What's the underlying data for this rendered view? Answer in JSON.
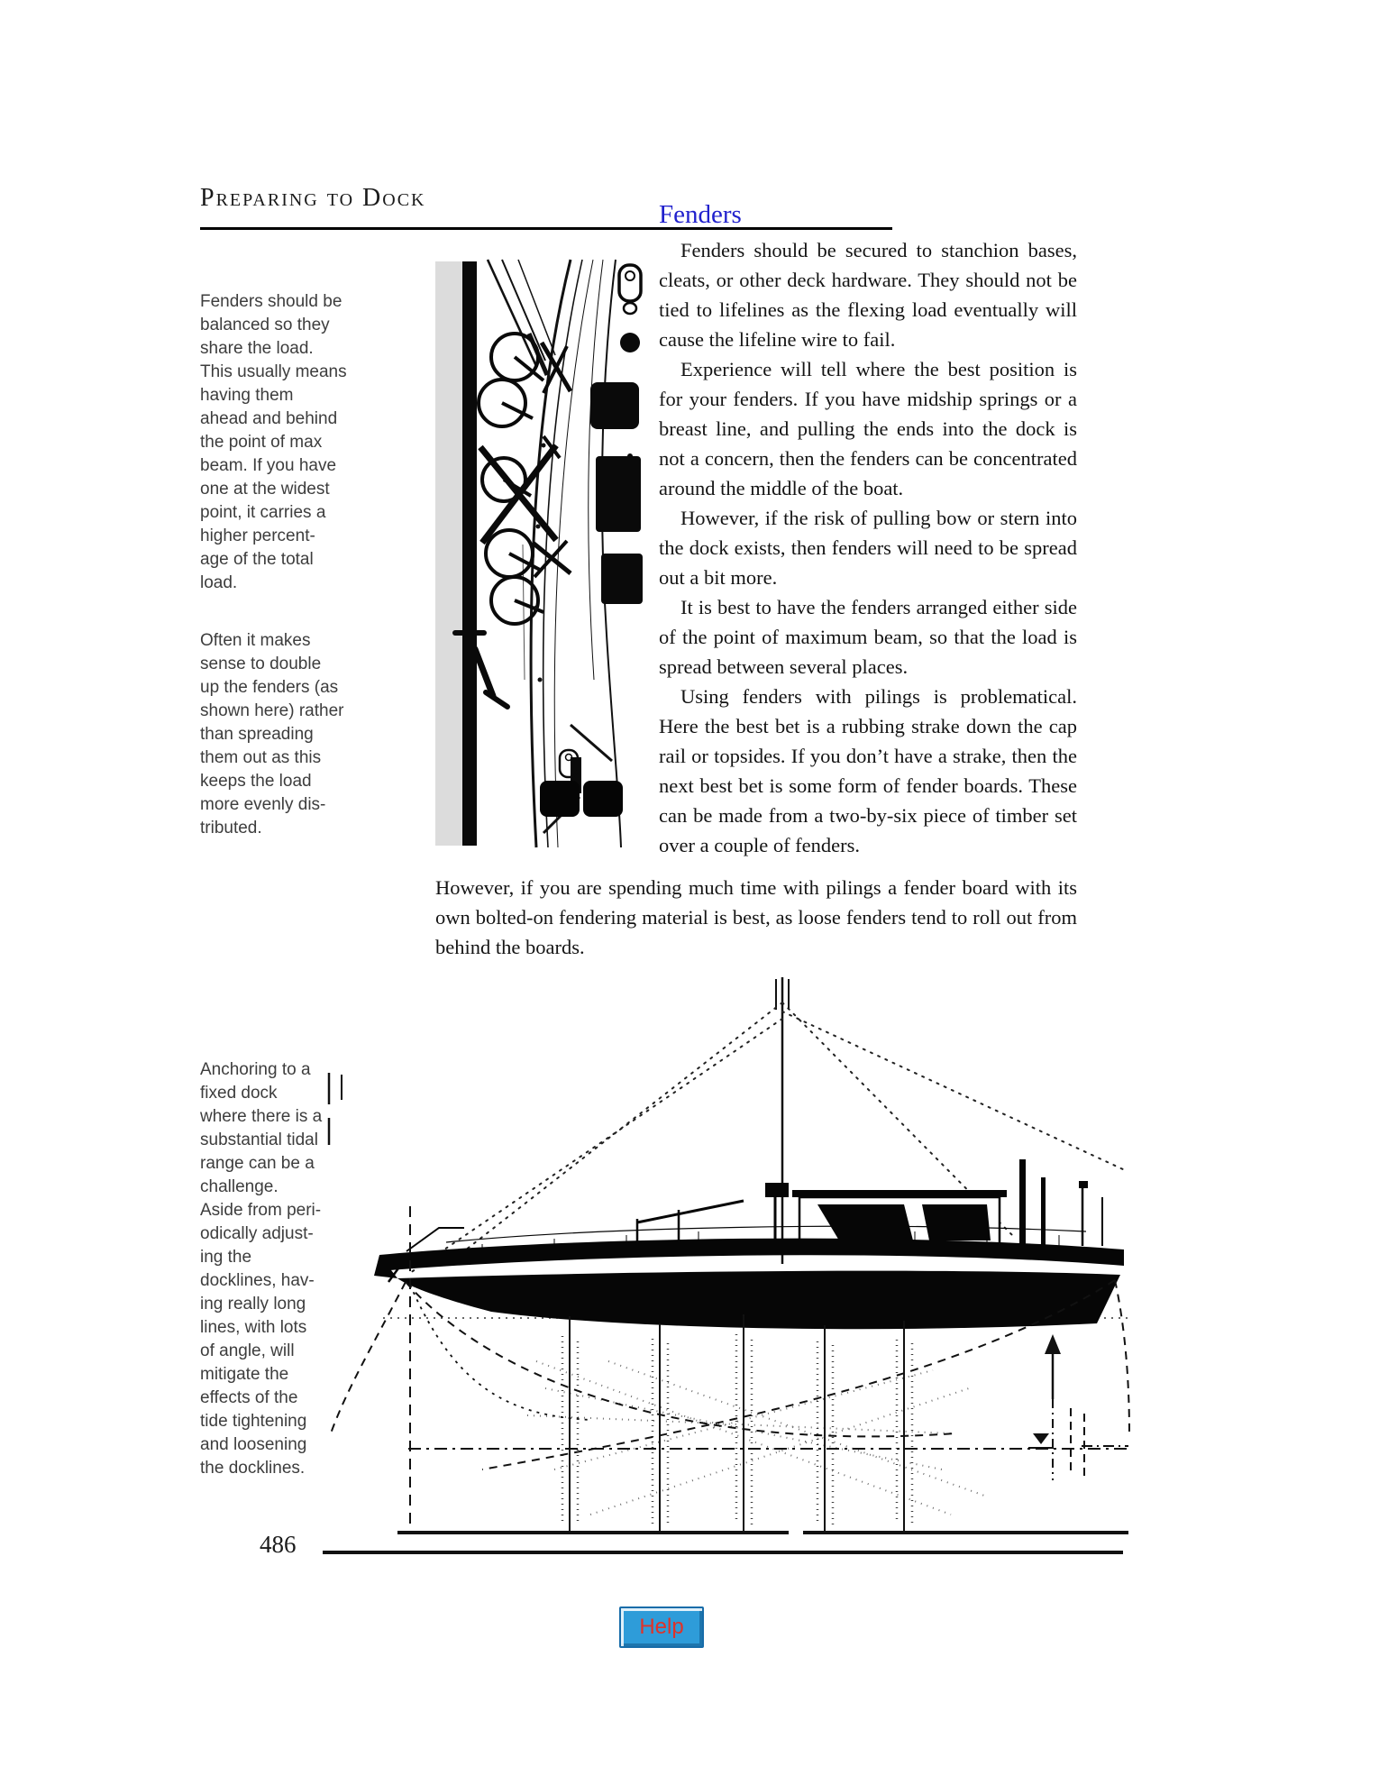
{
  "page": {
    "header_title": "Preparing to Dock",
    "page_number": "486"
  },
  "margin_notes": {
    "note1_para1": "Fenders should be\nbalanced so they\nshare the load.\nThis usually means\nhaving them\nahead and behind\nthe point of max\nbeam. If you have\none at the widest\npoint, it carries a\nhigher percent-\nage of the total\nload.",
    "note1_para2": "Often it makes\nsense to double\nup the fenders (as\nshown here) rather\nthan spreading\nthem out as this\nkeeps the load\nmore evenly dis-\ntributed.",
    "note2": "Anchoring to a\nfixed dock\nwhere there is a\nsubstantial tidal\nrange can be a\nchallenge.\nAside from peri-\nodically adjust-\ning the\ndocklines, hav-\ning really long\nlines, with lots\nof angle, will\nmitigate the\neffects of the\ntide tightening\nand loosening\nthe docklines."
  },
  "article": {
    "heading": "Fenders",
    "paragraphs": [
      "Fenders should be secured to stanchion bases, cleats, or other deck hardware. They should not be tied to lifelines as the flexing load eventually will cause the lifeline wire to fail.",
      "Experience will tell where the best position is for your fenders. If you have midship springs or a breast line, and pulling the ends into the dock is not a concern, then the fenders can be concentrated around the middle of the boat.",
      "However, if the risk of pulling bow or stern into the dock exists, then fenders will need to be spread out a bit more.",
      "It is best to have the fenders arranged either side of the point of maximum beam, so that the load is spread between several places.",
      "Using fenders with pilings is problematical. Here the best bet is a rubbing strake down the cap rail or topsides. If you don’t have a strake, then the next best bet is some form of fender boards. These can be made from a two-by-six piece of timber set over a couple of fenders."
    ],
    "continuation": "However, if you are spending much time with pilings a fender board with its own bolted-on fendering material is best, as loose fenders tend to roll out from behind the boards."
  },
  "footer": {
    "help_label": "Help"
  },
  "colors": {
    "heading_blue": "#2121cd",
    "help_button_bg": "#2e9cd9",
    "help_button_border": "#176ca9",
    "help_button_text": "#e03228",
    "note_text": "#3d3d3d",
    "dock_gray": "#dcdcdc"
  }
}
